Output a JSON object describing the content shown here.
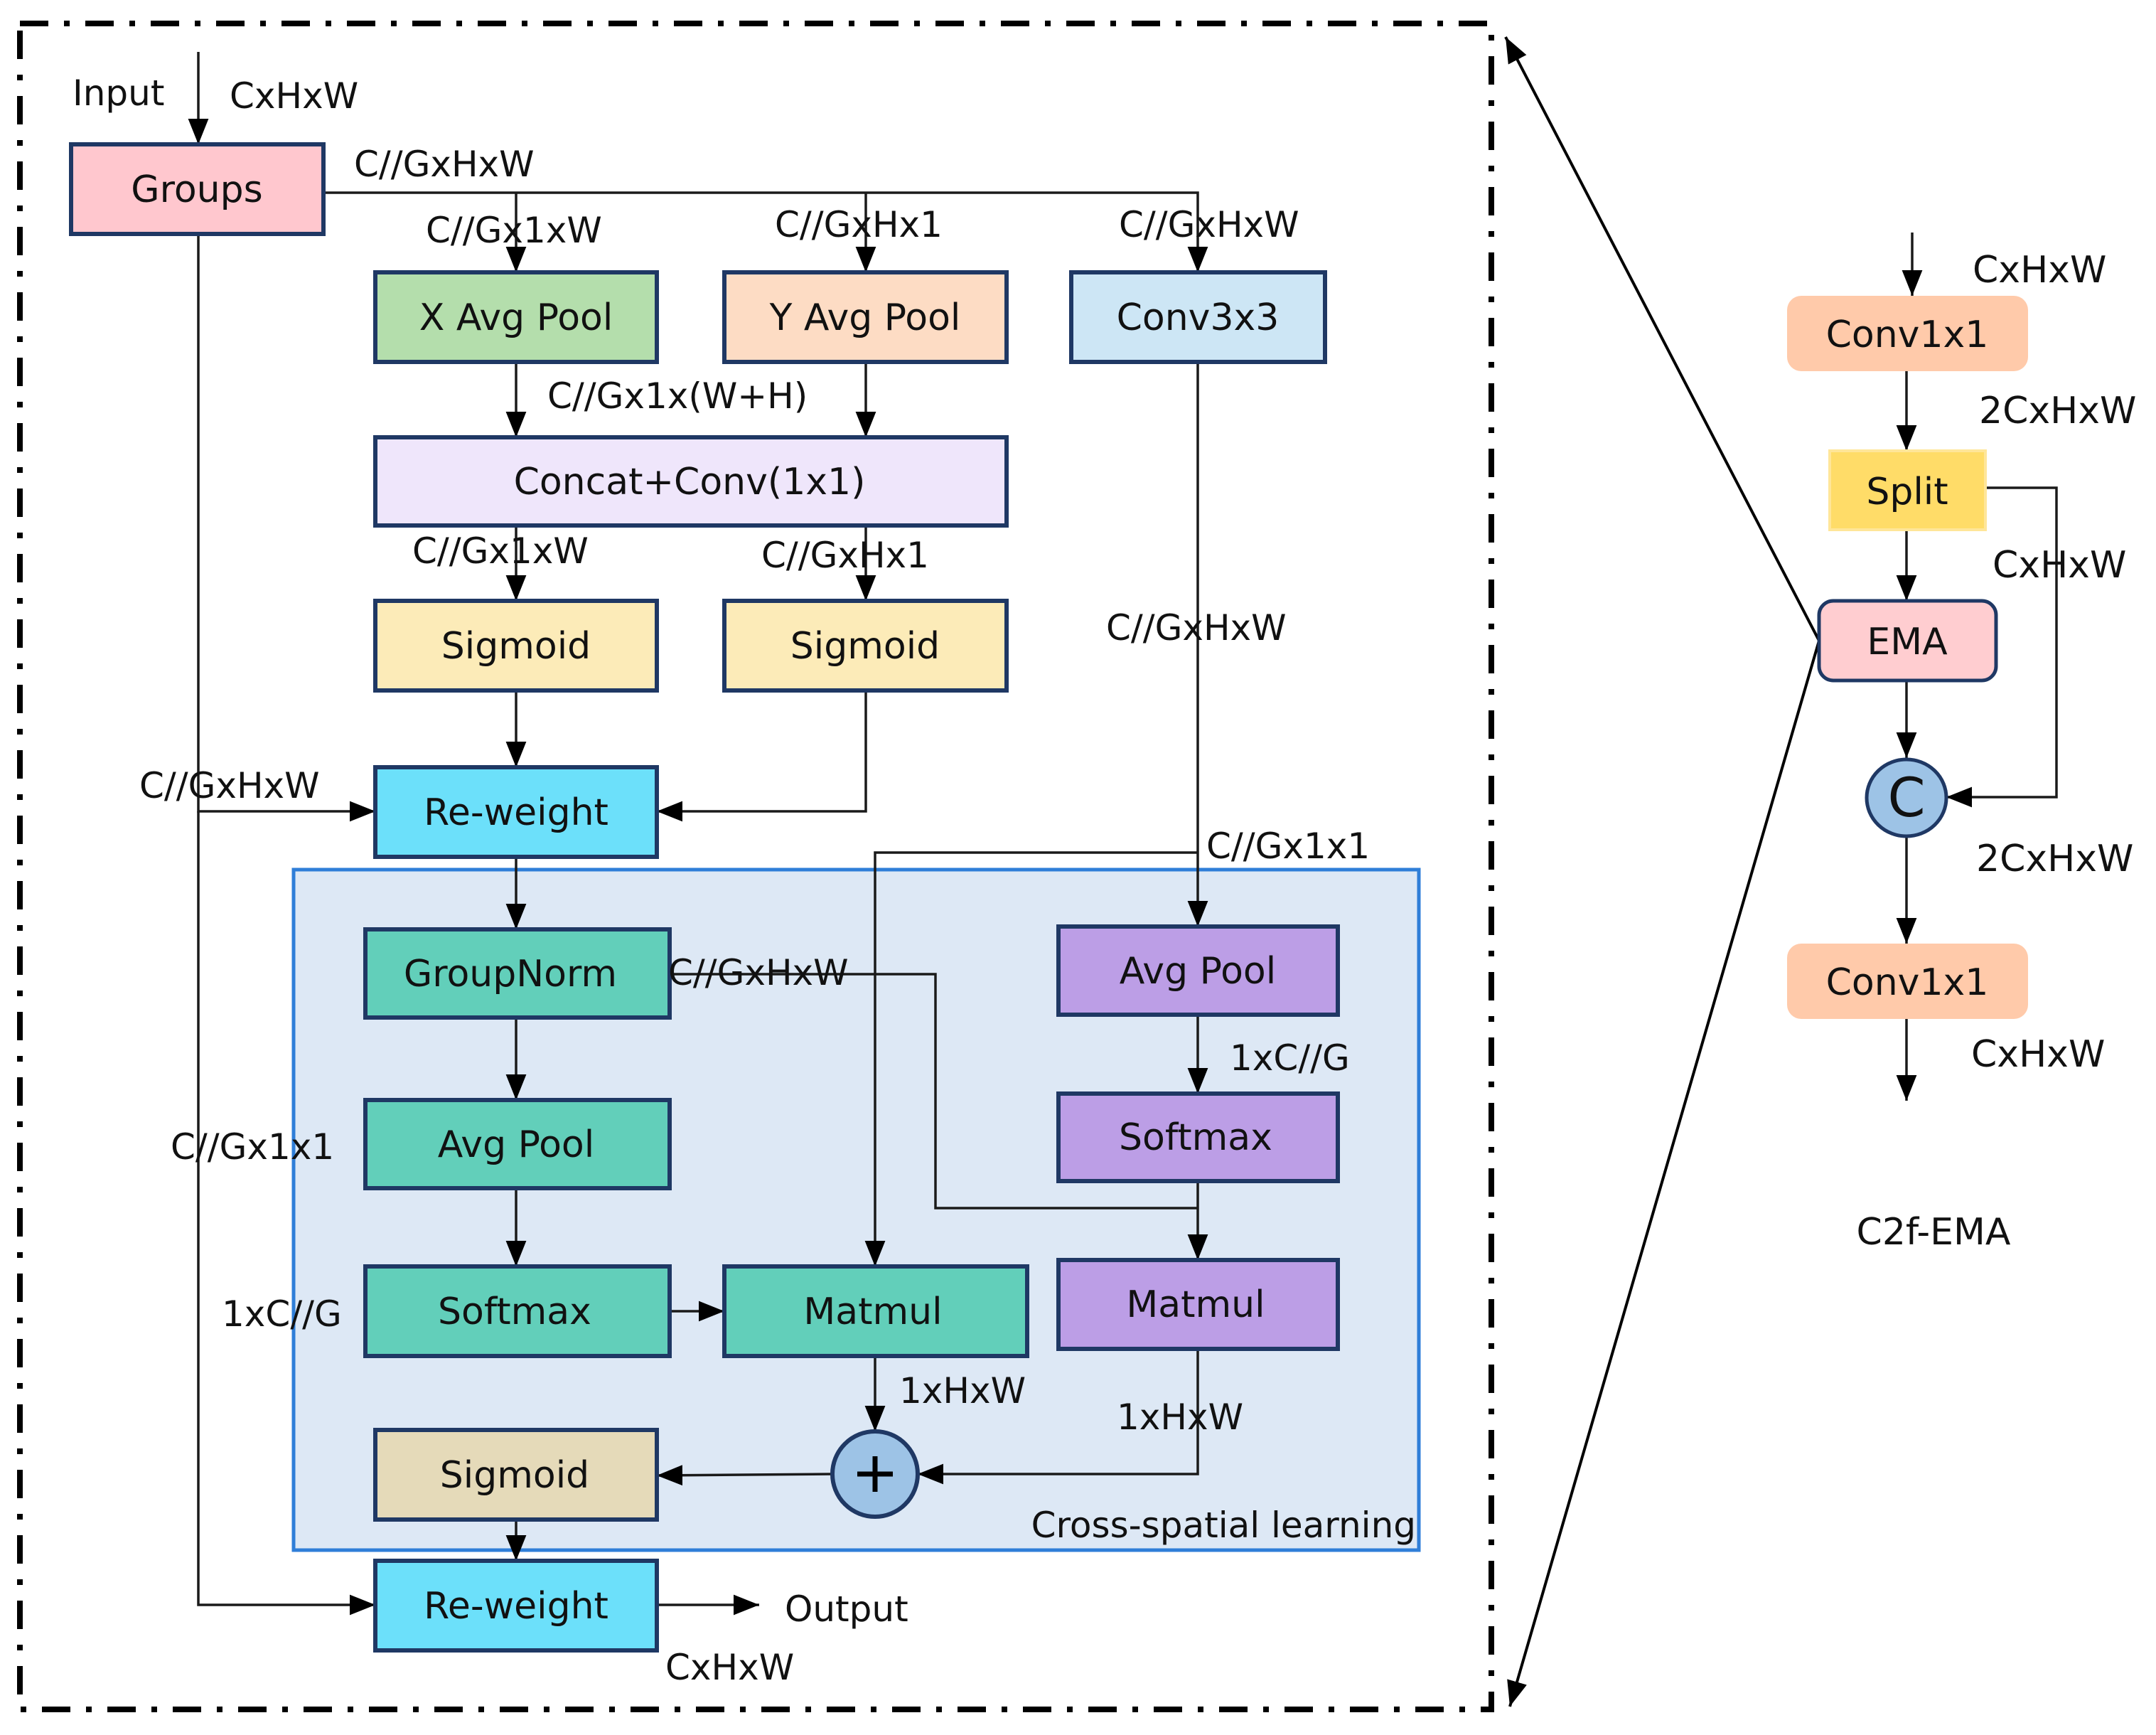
{
  "figure": {
    "type": "architecture-diagram",
    "title": "C2f-EMA"
  },
  "ema_module": {
    "input_label": "Input",
    "input_shape": "CxHxW",
    "nodes": {
      "groups": {
        "label": "Groups",
        "color": "#FFC7CE"
      },
      "x_avg_pool": {
        "label": "X Avg Pool",
        "color": "#B4DEAC"
      },
      "y_avg_pool": {
        "label": "Y Avg Pool",
        "color": "#FDDCC4"
      },
      "conv3x3": {
        "label": "Conv3x3",
        "color": "#CDE6F5"
      },
      "concat_conv": {
        "label": "Concat+Conv(1x1)",
        "color": "#EFE6FB"
      },
      "sigmoid_x": {
        "label": "Sigmoid",
        "color": "#FCEBB8"
      },
      "sigmoid_y": {
        "label": "Sigmoid",
        "color": "#FCEBB8"
      },
      "reweight_1": {
        "label": "Re-weight",
        "color": "#6CE0FA"
      },
      "groupnorm": {
        "label": "GroupNorm",
        "color": "#62CFBA"
      },
      "avg_pool_left": {
        "label": "Avg Pool",
        "color": "#62CFBA"
      },
      "softmax_left": {
        "label": "Softmax",
        "color": "#62CFBA"
      },
      "matmul_left": {
        "label": "Matmul",
        "color": "#62CFBA"
      },
      "avg_pool_right": {
        "label": "Avg Pool",
        "color": "#BC9EE6"
      },
      "softmax_right": {
        "label": "Softmax",
        "color": "#BC9EE6"
      },
      "matmul_right": {
        "label": "Matmul",
        "color": "#BC9EE6"
      },
      "sigmoid_final": {
        "label": "Sigmoid",
        "color": "#E5DAB9"
      },
      "add": {
        "label": "+",
        "color": "#9DC3E6"
      },
      "reweight_2": {
        "label": "Re-weight",
        "color": "#6CE0FA"
      }
    },
    "edge_labels": {
      "groups_out": "C//GxHxW",
      "to_x_pool": "C//Gx1xW",
      "to_y_pool": "C//GxHx1",
      "to_conv3x3": "C//GxHxW",
      "concat_in": "C//Gx1x(W+H)",
      "to_sigmoid_x": "C//Gx1xW",
      "to_sigmoid_y": "C//GxHx1",
      "conv3x3_out": "C//GxHxW",
      "bypass_to_reweight": "C//GxHxW",
      "conv_branch_pooled": "C//Gx1x1",
      "groupnorm_out": "C//GxHxW",
      "avgpool_left_out": "C//Gx1x1",
      "softmax_left_in": "1xC//G",
      "avgpool_right_out": "1xC//G",
      "matmul_left_out": "1xHxW",
      "matmul_right_out": "1xHxW",
      "output_shape": "CxHxW"
    },
    "output_label": "Output",
    "group_label": "Cross-spatial learning",
    "group_style": {
      "fill": "#DDE8F5",
      "border": "#2F7ED8"
    },
    "border_color": "#1F3864"
  },
  "c2f_ema": {
    "nodes": {
      "conv1x1_in": {
        "label": "Conv1x1",
        "color": "#FFCAAA"
      },
      "split": {
        "label": "Split",
        "color": "#FFDC68"
      },
      "ema": {
        "label": "EMA",
        "color": "#FFCDD0"
      },
      "concat": {
        "label": "C",
        "color": "#9DC3E6"
      },
      "conv1x1_out": {
        "label": "Conv1x1",
        "color": "#FFCAAA"
      }
    },
    "edge_labels": {
      "input": "CxHxW",
      "after_conv1": "2CxHxW",
      "split_branch": "CxHxW",
      "after_concat": "2CxHxW",
      "output": "CxHxW"
    },
    "caption": "C2f-EMA"
  }
}
